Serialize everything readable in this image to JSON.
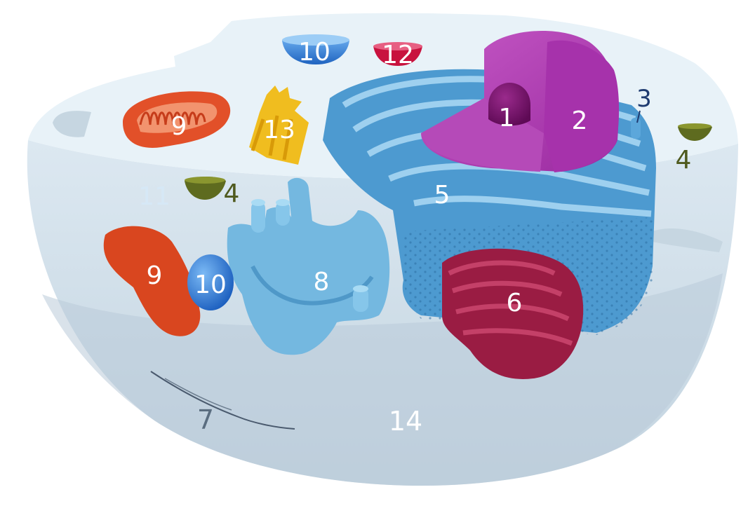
{
  "colors": {
    "background": "#ffffff",
    "cell_top": "#e9f3f9",
    "cell_body": "#c9d9e4",
    "cell_shadow": "#b4c8d6",
    "nucleolus": "#7b0f6e",
    "nucleus": "#b03bb0",
    "nucleus_dark": "#8f2494",
    "er": "#4e9fd3",
    "er_light": "#7fc0e8",
    "er_dark": "#3583bb",
    "golgi": "#9e1d42",
    "golgi_light": "#c03a5c",
    "mitochondrion": "#e5512a",
    "mitochondrion_dark": "#c63c1a",
    "vacuole": "#2a77d2",
    "vacuole_light": "#66aaf0",
    "lysosome": "#c8123e",
    "centrosome": "#f0bd1f",
    "centrosome_dark": "#d89a08",
    "ribosome_cup": "#5e6b1f",
    "smooth_er": "#74b8e0",
    "label_white": "#ffffff",
    "label_dark": "#1f3b70",
    "label_olive": "#4f5a1e",
    "label_pale": "#d6e8f6",
    "label_grey": "#5a6d80"
  },
  "labels": {
    "nucleolus": "1",
    "nucleus": "2",
    "ribosome": "3",
    "vesicle_right": "4",
    "vesicle_left": "4",
    "rough_er": "5",
    "golgi": "6",
    "cytoskeleton": "7",
    "smooth_er": "8",
    "mitochondrion_top": "9",
    "mitochondrion_bottom": "9",
    "vacuole_top": "10",
    "vacuole_bottom": "10",
    "cytosol": "11",
    "lysosome": "12",
    "centrosome": "13",
    "cell_membrane": "14"
  }
}
